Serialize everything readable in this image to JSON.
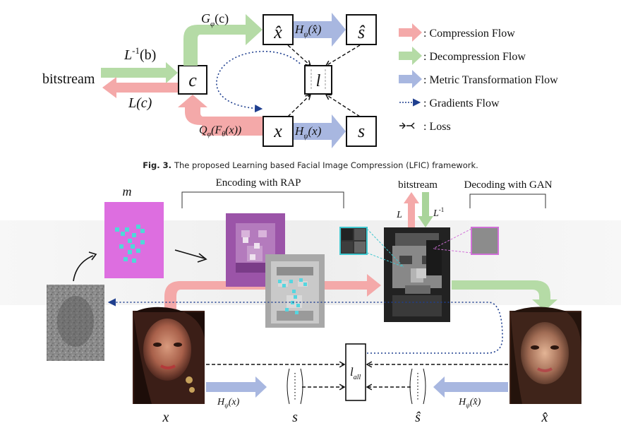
{
  "fig3": {
    "bitstream": "bitstream",
    "lb": "L",
    "lb_sup": "-1",
    "lb_arg": "(b)",
    "lc": "L(c)",
    "g": "G",
    "g_sub": "φ",
    "g_arg": "(c)",
    "q": "Q",
    "q_sub": "φ",
    "q_arg": "(F",
    "q_sub2": "θ",
    "q_arg2": "(x))",
    "h": "H",
    "h_sub": "ψ",
    "h_arg_top": "(x̂)",
    "h_arg_bot": "(x)",
    "c": "c",
    "xhat": "x̂",
    "shat": "ŝ",
    "x": "x",
    "s": "s",
    "l": "l"
  },
  "legend": [
    {
      "label": ": Compression Flow",
      "color": "#f4a9a9"
    },
    {
      "label": ": Decompression Flow",
      "color": "#a9d49a"
    },
    {
      "label": ": Metric Transformation Flow",
      "color": "#a8b7e0"
    },
    {
      "label": ": Gradients Flow",
      "color": "#1f3f8f"
    },
    {
      "label": ": Loss",
      "color": "#111111"
    }
  ],
  "caption": {
    "label": "Fig. 3.",
    "text": "The proposed Learning based Facial Image Compression (LFIC) framework."
  },
  "fig4": {
    "m": "m",
    "encoding": "Encoding with RAP",
    "bitstream": "bitstream",
    "decoding": "Decoding with GAN",
    "L": "L",
    "Linv": "L",
    "Linv_sup": "-1",
    "x": "x",
    "s": "s",
    "shat": "ŝ",
    "xhat": "x̂",
    "h_left": "H",
    "h_left_arg": "(x)",
    "h_right": "H",
    "h_right_arg": "(x̂)",
    "h_sub": "ψ",
    "lall": "l",
    "lall_sub": "all"
  }
}
